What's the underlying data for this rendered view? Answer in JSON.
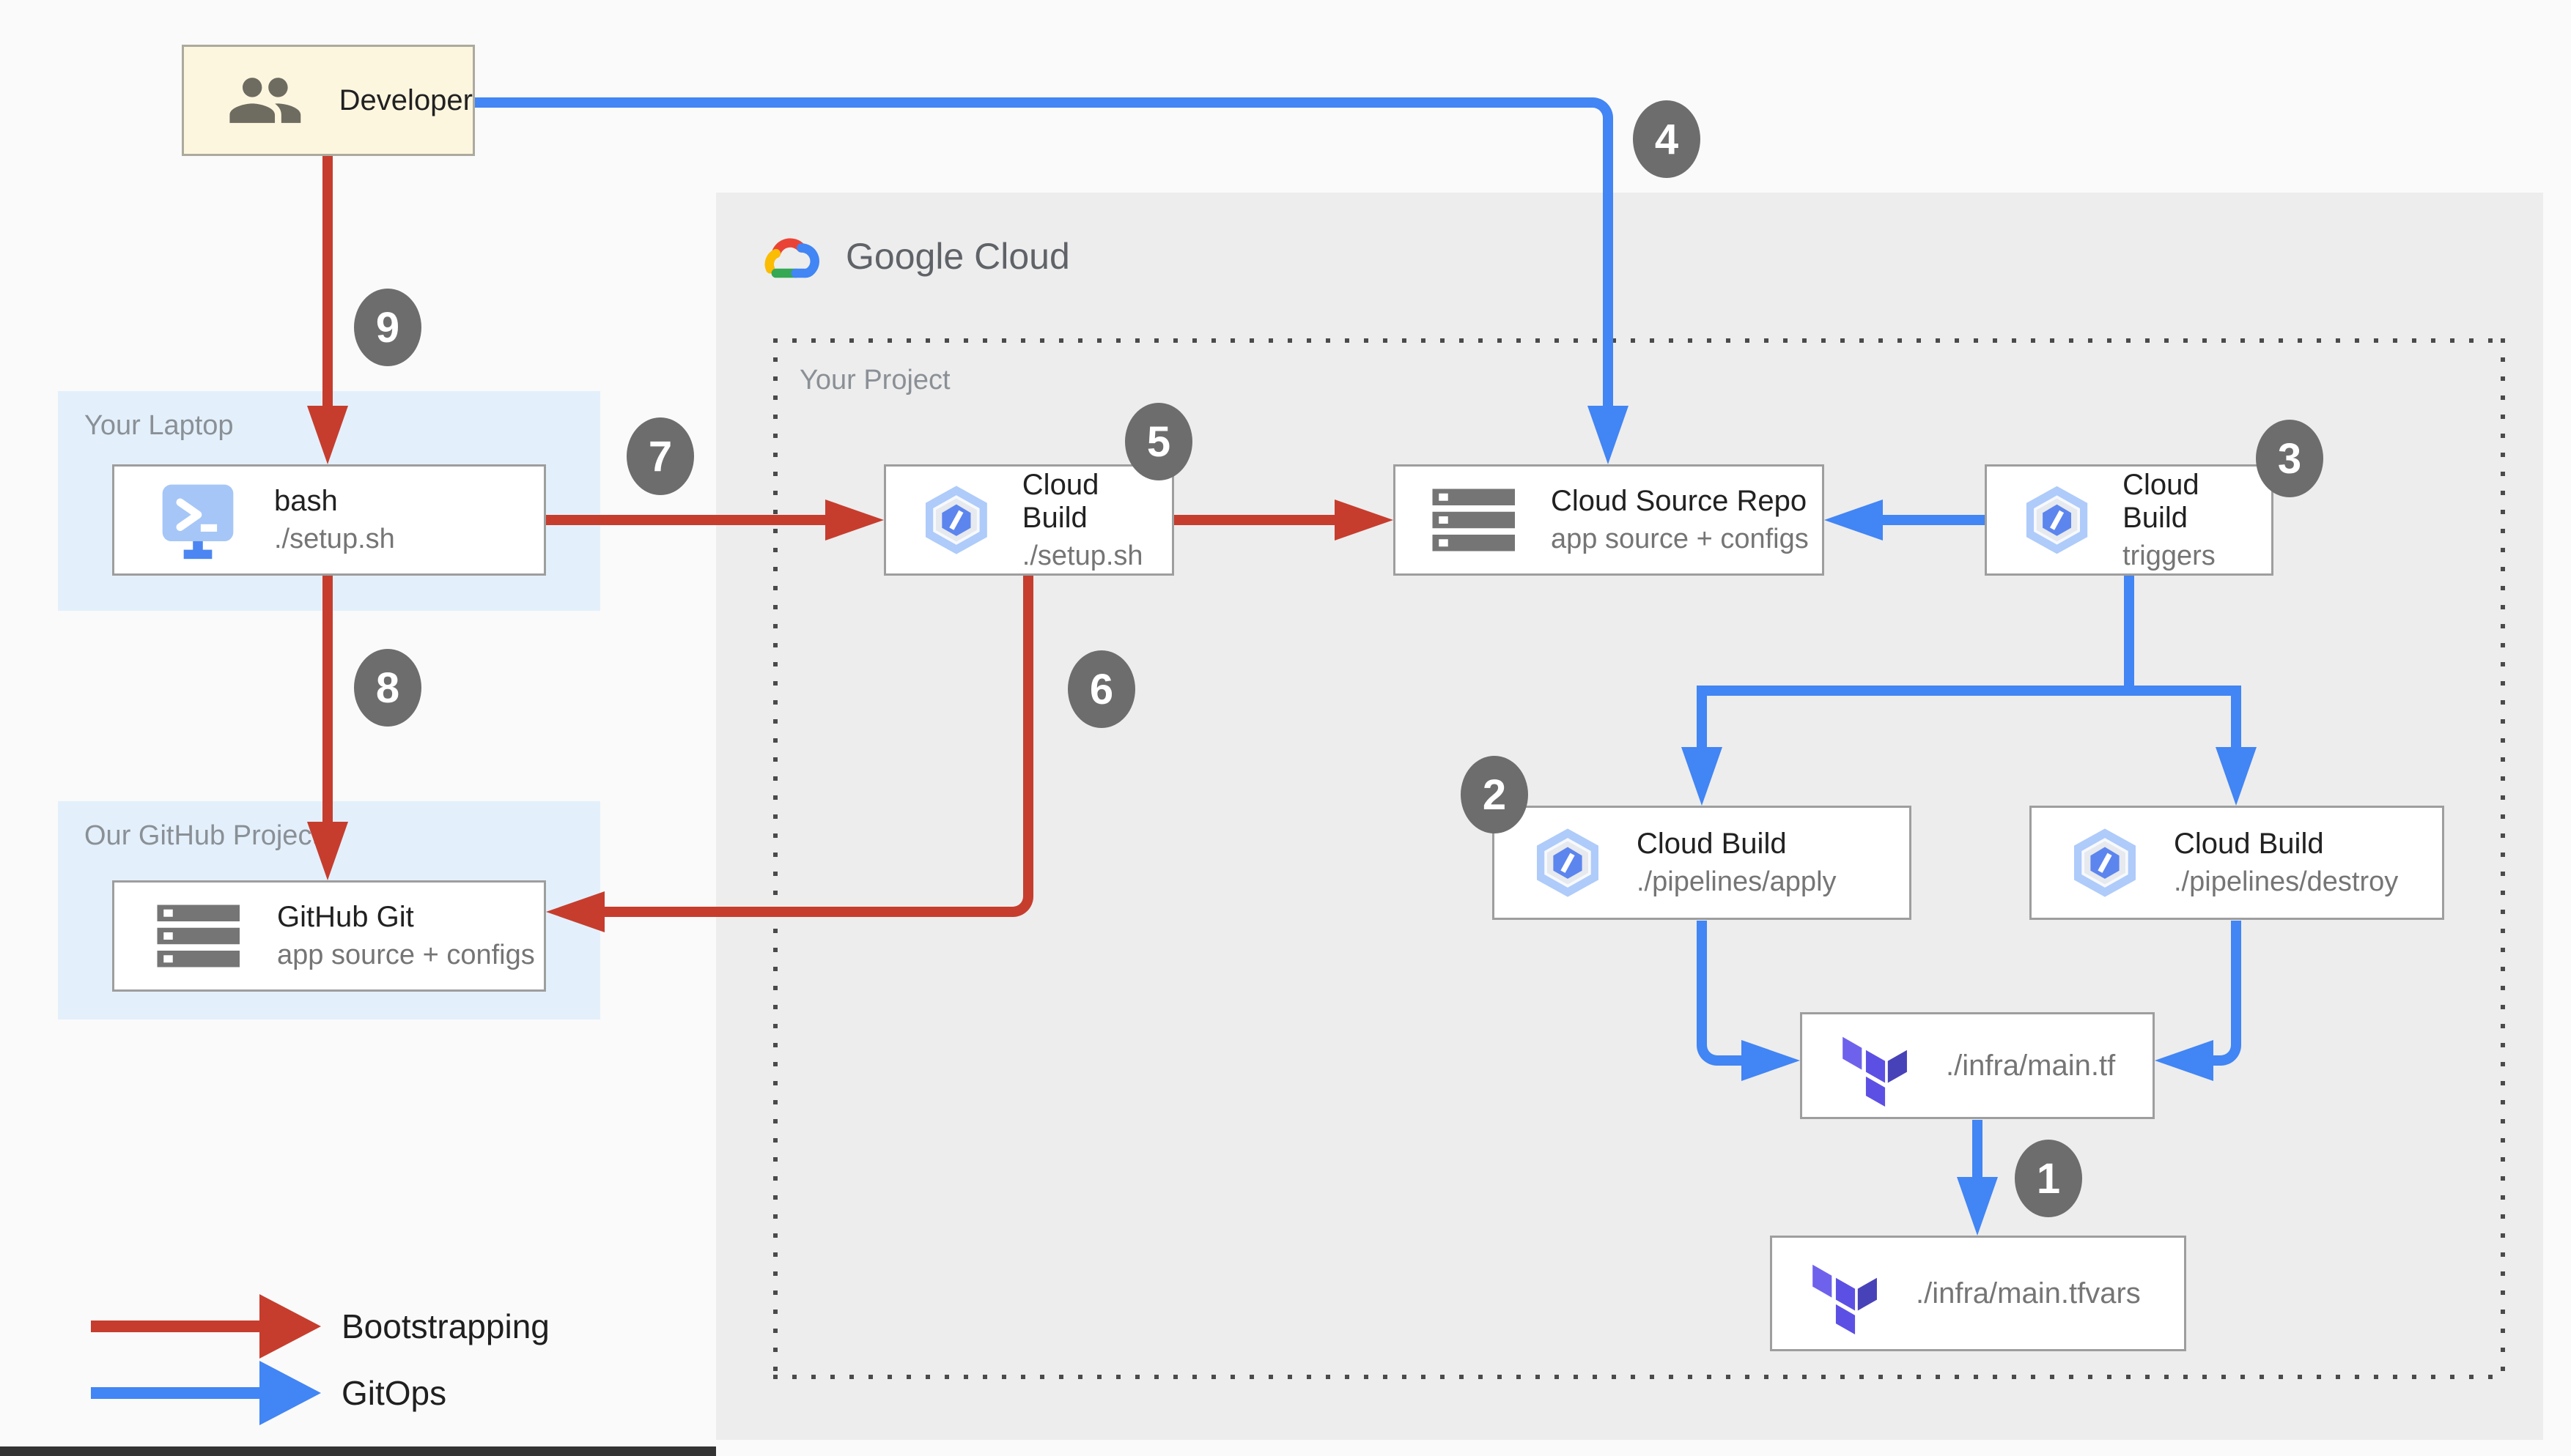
{
  "brand": {
    "name": "Google Cloud"
  },
  "groups": {
    "project": {
      "label": "Your Project"
    },
    "laptop": {
      "label": "Your Laptop"
    },
    "github": {
      "label": "Our GitHub Project"
    }
  },
  "nodes": {
    "developer": {
      "title": "Developer",
      "icon": "people-icon"
    },
    "bash": {
      "title": "bash",
      "subtitle": "./setup.sh",
      "icon": "cloud-shell-icon"
    },
    "github_git": {
      "title": "GitHub Git",
      "subtitle": "app source + configs",
      "icon": "repo-icon"
    },
    "cb_setup": {
      "title": "Cloud Build",
      "subtitle": "./setup.sh",
      "icon": "cloud-build-icon"
    },
    "csr": {
      "title": "Cloud Source Repo",
      "subtitle": "app source + configs",
      "icon": "repo-icon"
    },
    "cb_triggers": {
      "title": "Cloud Build",
      "subtitle": "triggers",
      "icon": "cloud-build-icon"
    },
    "cb_apply": {
      "title": "Cloud Build",
      "subtitle": "./pipelines/apply",
      "icon": "cloud-build-icon"
    },
    "cb_destroy": {
      "title": "Cloud Build",
      "subtitle": "./pipelines/destroy",
      "icon": "cloud-build-icon"
    },
    "main_tf": {
      "title": "./infra/main.tf",
      "icon": "terraform-icon"
    },
    "main_tfvars": {
      "title": "./infra/main.tfvars",
      "icon": "terraform-icon"
    }
  },
  "badges": {
    "s1": "1",
    "s2": "2",
    "s3": "3",
    "s4": "4",
    "s5": "5",
    "s6": "6",
    "s7": "7",
    "s8": "8",
    "s9": "9"
  },
  "legend": {
    "bootstrapping": {
      "label": "Bootstrapping",
      "color": "#C63D2E"
    },
    "gitops": {
      "label": "GitOps",
      "color": "#4285F4"
    }
  },
  "colors": {
    "bootstrap_red": "#C63D2E",
    "gitops_blue": "#4285F4",
    "badge_gray": "#6D6D6D",
    "gcp_panel_gray": "#EDEDED",
    "group_panel_blue": "#E3F0FB",
    "developer_cream": "#FDF6DF"
  }
}
